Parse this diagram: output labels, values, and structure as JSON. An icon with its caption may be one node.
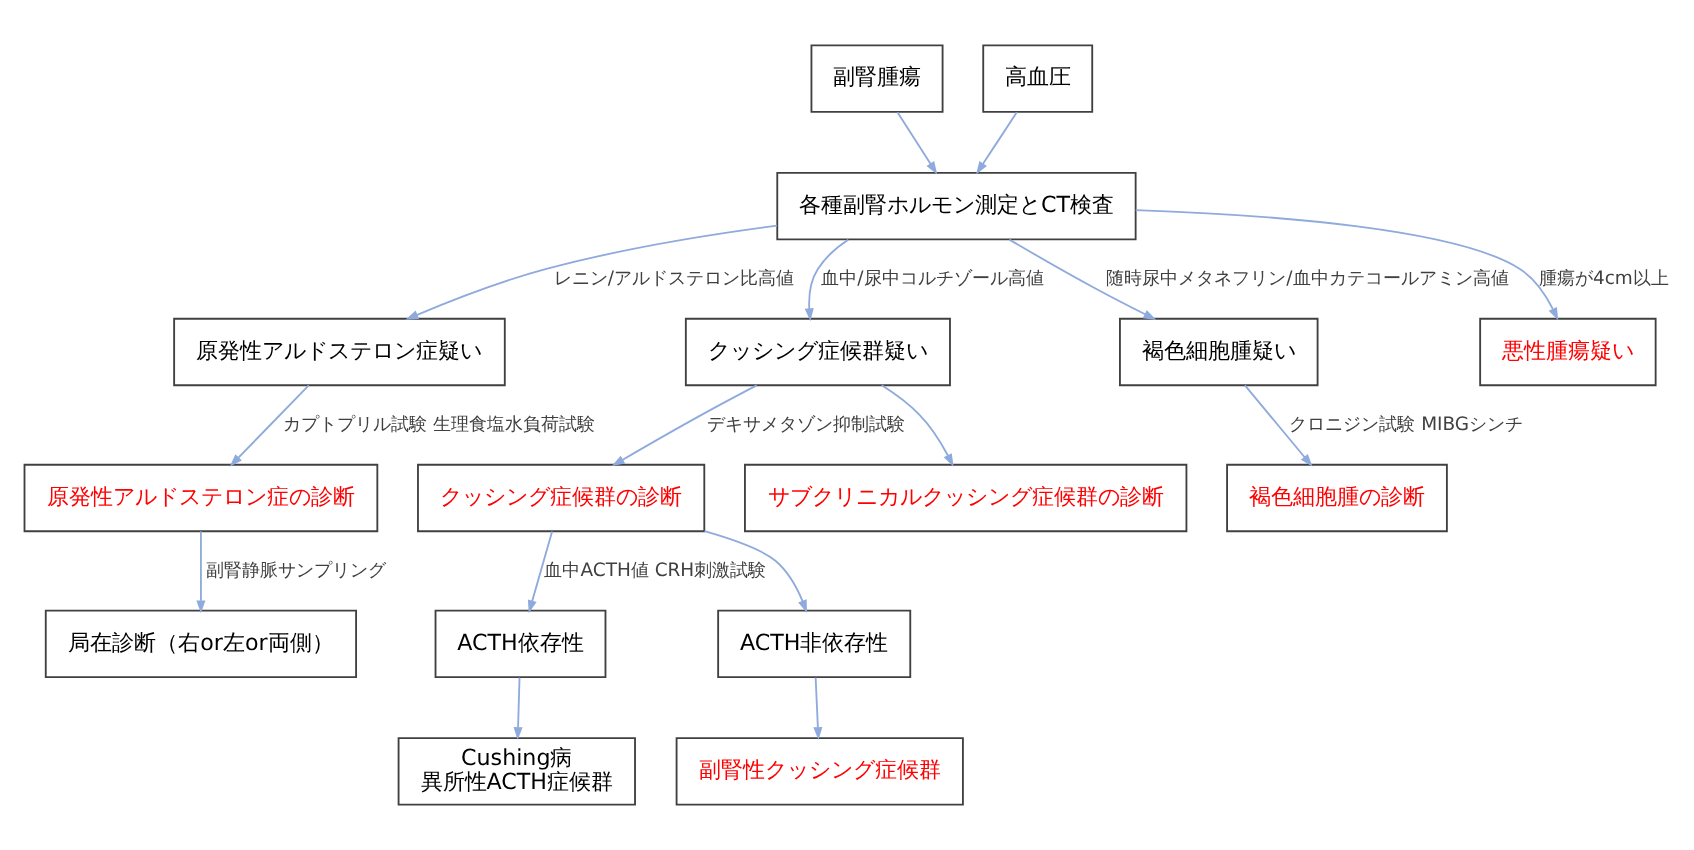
{
  "diagram": {
    "nodes": [
      {
        "text": [
          "副腎腫瘍"
        ]
      },
      {
        "text": [
          "高血圧"
        ]
      },
      {
        "text": [
          "各種副腎ホルモン測定とCT検査"
        ]
      },
      {
        "text": [
          "原発性アルドステロン症疑い"
        ]
      },
      {
        "text": [
          "クッシング症候群疑い"
        ]
      },
      {
        "text": [
          "褐色細胞腫疑い"
        ]
      },
      {
        "text": [
          "原発性アルドステロン症の診断"
        ]
      },
      {
        "text": [
          "クッシング症候群の診断"
        ]
      },
      {
        "text": [
          "サブクリニカルクッシング症候群の診断"
        ]
      },
      {
        "text": [
          "局在診断（右or左or両側）"
        ]
      },
      {
        "text": [
          "ACTH依存性"
        ]
      },
      {
        "text": [
          "ACTH非依存性"
        ]
      },
      {
        "text": [
          "褐色細胞腫の診断"
        ]
      },
      {
        "text": [
          "悪性腫瘍疑い"
        ]
      },
      {
        "text": [
          "Cushing病",
          "異所性ACTH症候群"
        ]
      },
      {
        "text": [
          "副腎性クッシング症候群"
        ]
      }
    ],
    "edges": [
      {
        "from": 0,
        "to": 2,
        "arrow": "to"
      },
      {
        "from": 1,
        "to": 2,
        "arrow": "to"
      },
      {
        "from": 2,
        "to": 13,
        "arrow": "to",
        "label": "腫瘍が4cm以上"
      },
      {
        "from": 2,
        "to": 3,
        "arrow": "to",
        "label": "レニン/アルドステロン比高値"
      },
      {
        "from": 2,
        "to": 4,
        "arrow": "to",
        "label": "血中/尿中コルチゾール高値"
      },
      {
        "from": 2,
        "to": 5,
        "arrow": "to",
        "label": "随時尿中メタネフリン/血中カテコールアミン高値"
      },
      {
        "from": 3,
        "to": 6,
        "arrow": "to",
        "label": "カプトプリル試験 生理食塩水負荷試験"
      },
      {
        "from": 4,
        "to": 7,
        "arrow": "to",
        "label": "デキサメタゾン抑制試験"
      },
      {
        "from": 4,
        "to": 8,
        "arrow": "to"
      },
      {
        "from": 5,
        "to": 12,
        "arrow": "to",
        "label": "クロニジン試験 MIBGシンチ"
      },
      {
        "from": 6,
        "to": 9,
        "arrow": "to",
        "label": "副腎静脈サンプリング"
      },
      {
        "from": 7,
        "to": 10,
        "arrow": "to",
        "label": "血中ACTH値 CRH刺激試験"
      },
      {
        "from": 7,
        "to": 11,
        "arrow": "to"
      },
      {
        "from": 10,
        "to": 14,
        "arrow": "to"
      },
      {
        "from": 11,
        "to": 15,
        "arrow": "to"
      }
    ]
  }
}
